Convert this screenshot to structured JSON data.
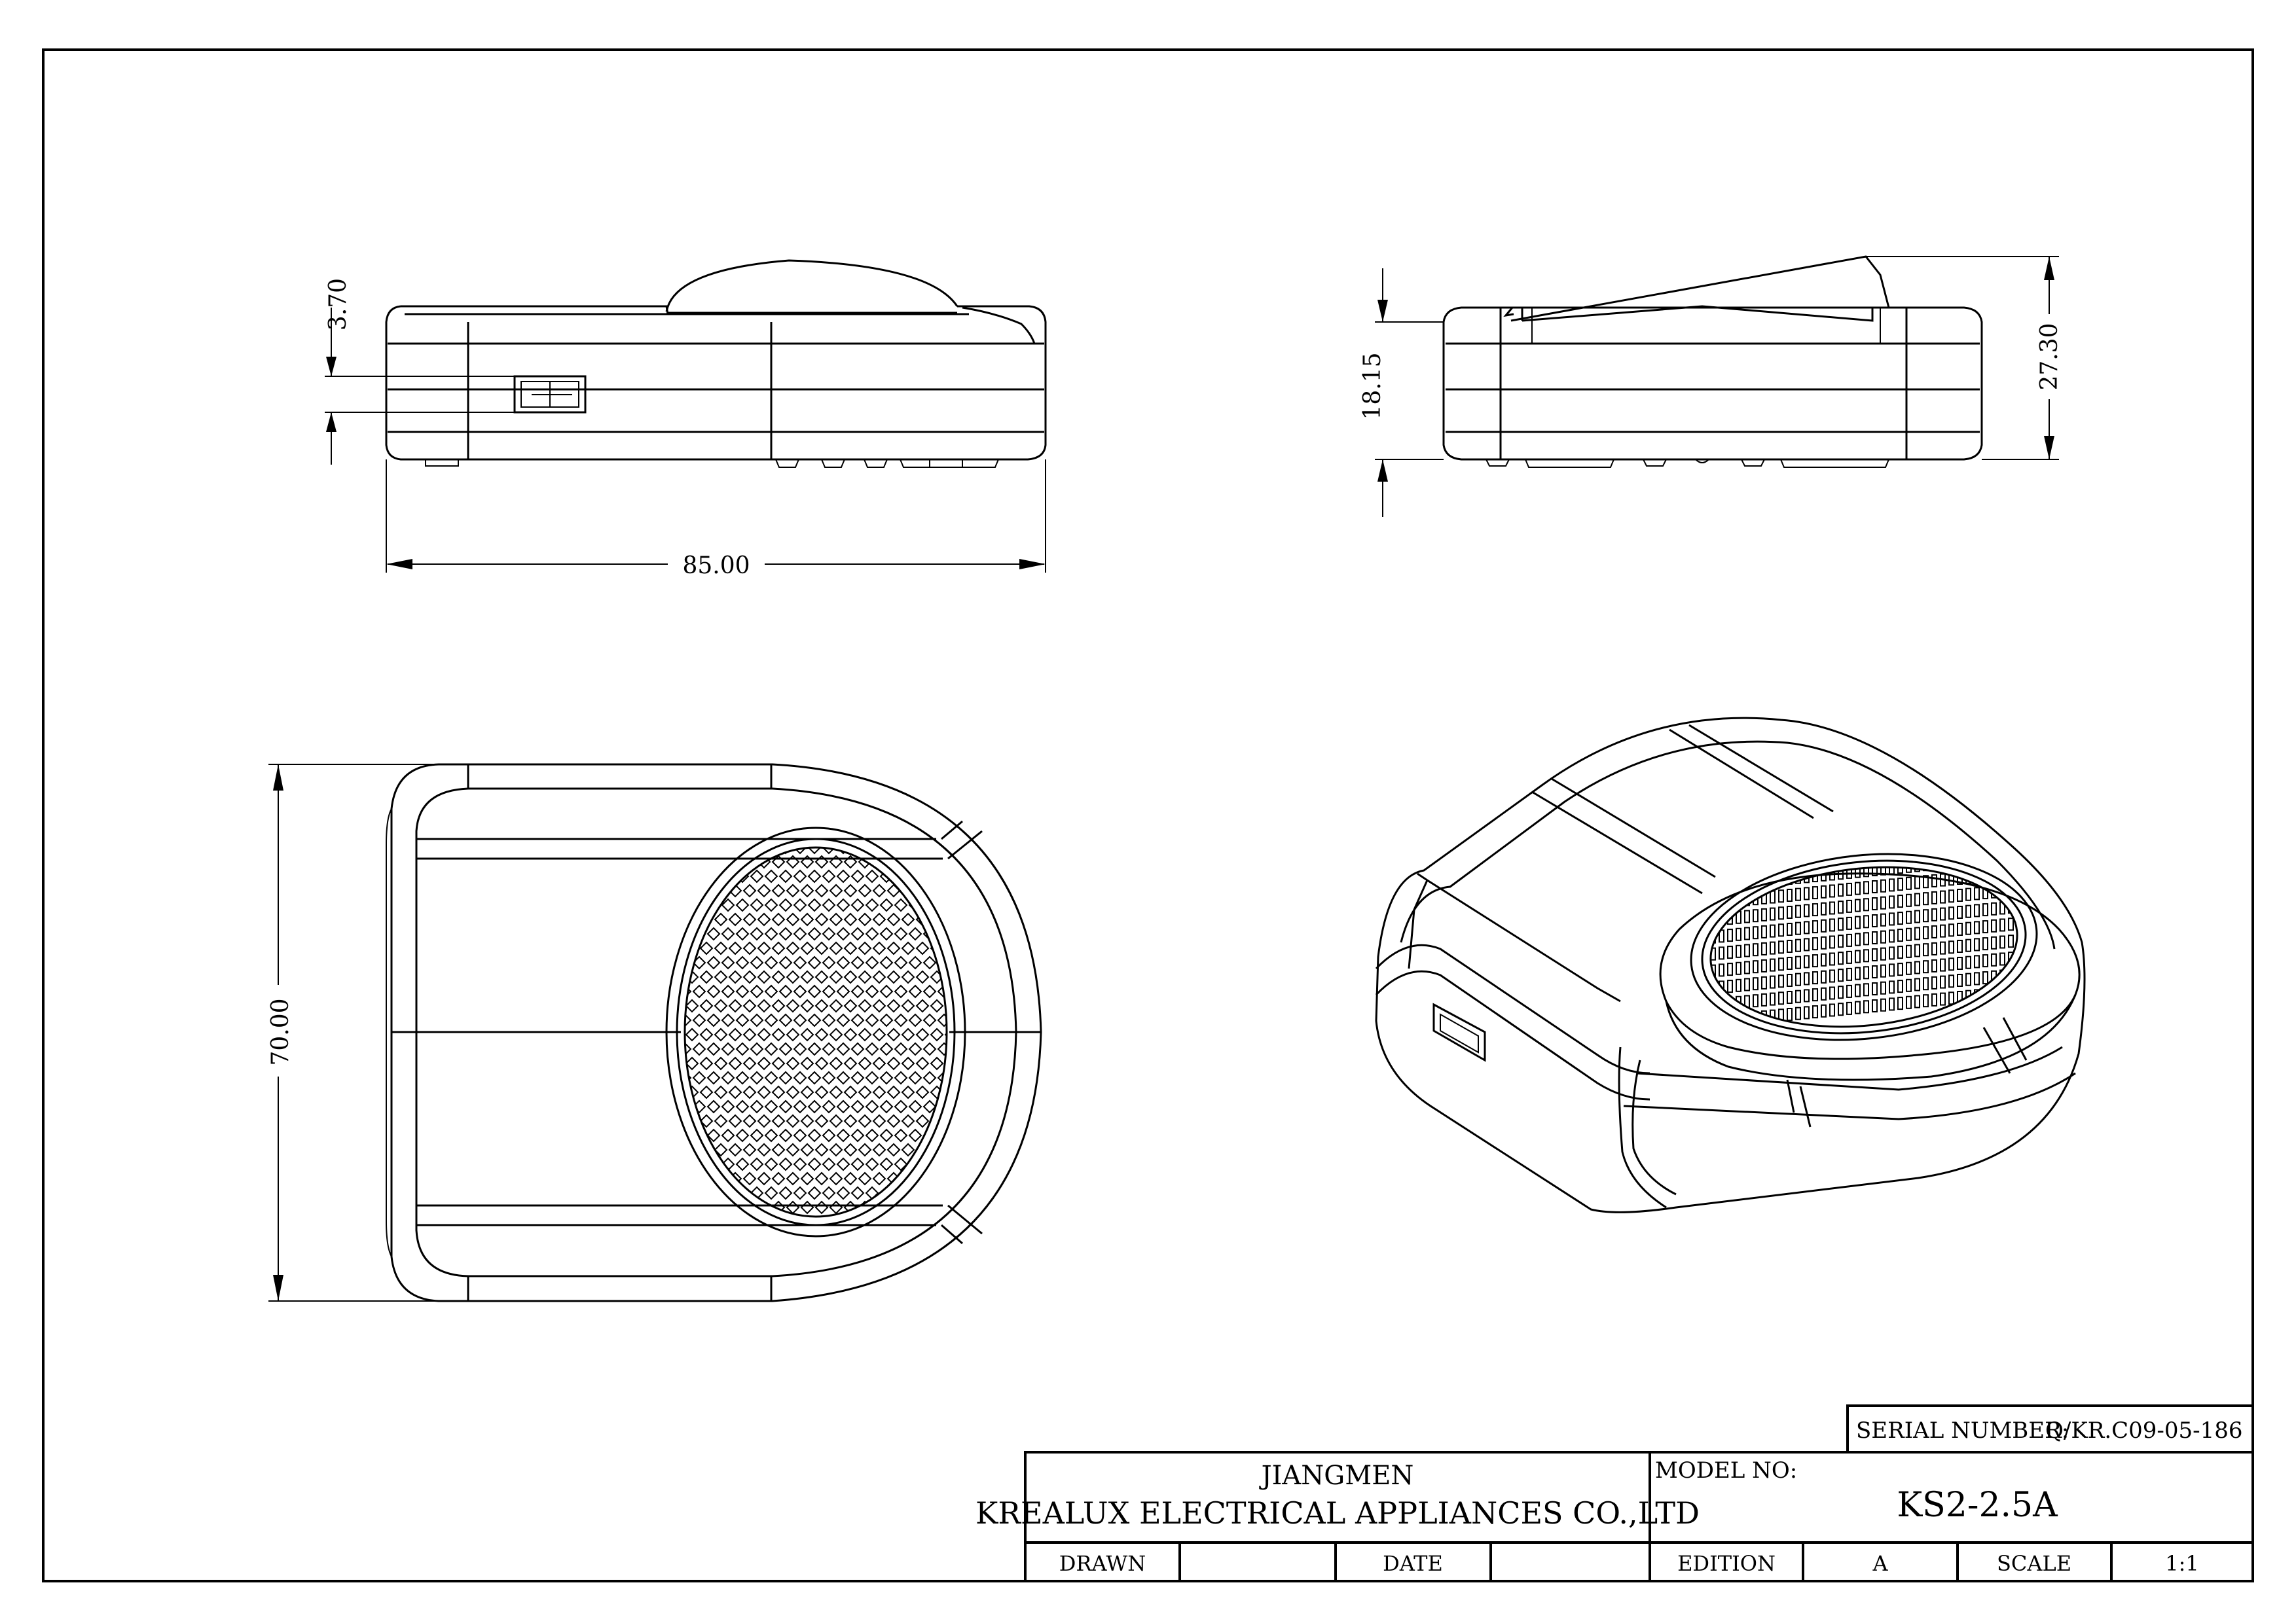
{
  "dimensions": {
    "thickness": "3.70",
    "width": "85.00",
    "height_body": "18.15",
    "height_total": "27.30",
    "length": "70.00"
  },
  "title_block": {
    "company_line1": "JIANGMEN",
    "company_line2": "KREALUX ELECTRICAL APPLIANCES CO.,LTD",
    "serial_label": "SERIAL NUMBER:",
    "serial_value": "Q/KR.C09-05-186",
    "model_label": "MODEL NO:",
    "model_value": "KS2-2.5A",
    "drawn_label": "DRAWN",
    "drawn_value": "",
    "date_label": "DATE",
    "date_value": "",
    "edition_label": "EDITION",
    "edition_value": "A",
    "scale_label": "SCALE",
    "scale_value": "1:1"
  }
}
